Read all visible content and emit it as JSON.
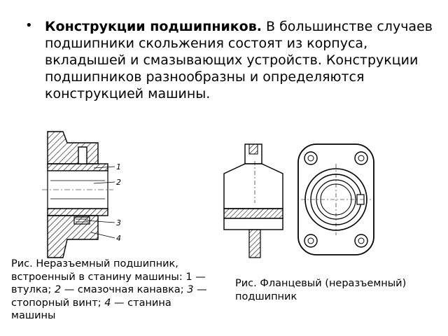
{
  "bullet": {
    "heading": "Конструкции подшипников.",
    "text": " В большинстве случаев подшипники скольжения состоят из корпуса, вкладышей и смазывающих устройств. Конструкции подшипников разнообразны и определяются конструкцией машины."
  },
  "figure_left": {
    "callouts": [
      "1",
      "2",
      "3",
      "4"
    ],
    "caption": {
      "prefix": "Рис.  Неразъемный подшипник, встроенный в станину машины: 1 — втулка;   ",
      "n2": "2",
      "t2": " — смазочная канавка; ",
      "n3": "3",
      "t3": " — стопорный винт;   ",
      "n4": "4",
      "t4": " — станина машины"
    }
  },
  "figure_right": {
    "caption": "Рис.     Фланцевый (неразъемный) подшипник"
  },
  "colors": {
    "text": "#000000",
    "background": "#ffffff"
  }
}
